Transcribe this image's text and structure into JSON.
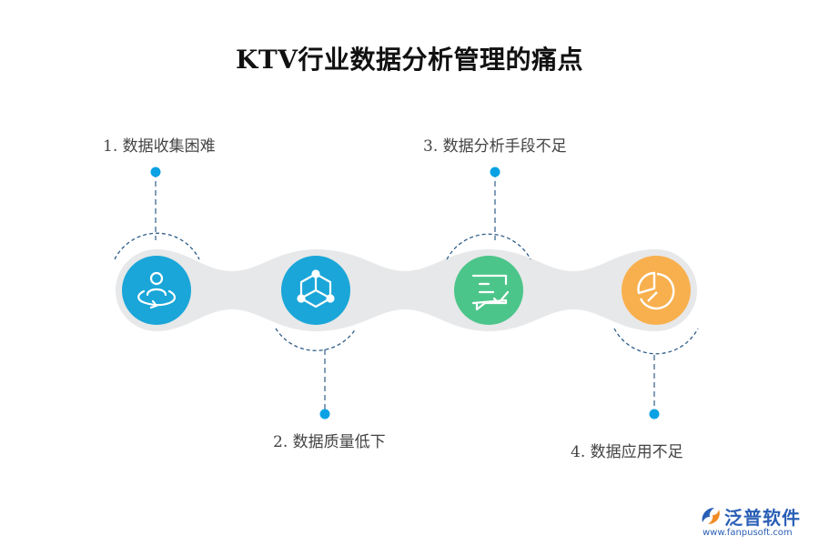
{
  "title": "KTV行业数据分析管理的痛点",
  "steps": [
    {
      "label": "1.  数据收集困难",
      "icon": "person-orbit-icon",
      "color": "#1aa6d8"
    },
    {
      "label": "2. 数据质量低下",
      "icon": "network-hexagon-icon",
      "color": "#1aa6d8"
    },
    {
      "label": "3.  数据分析手段不足",
      "icon": "chat-check-icon",
      "color": "#4cc58a"
    },
    {
      "label": "4. 数据应用不足",
      "icon": "pie-chart-icon",
      "color": "#f8b04e"
    }
  ],
  "colors": {
    "connector": "#e7e8e9",
    "dash": "#2f5d8a",
    "dot": "#0aa2e4"
  },
  "logo": {
    "name": "泛普软件",
    "url": "www.fanpusoft.com"
  }
}
